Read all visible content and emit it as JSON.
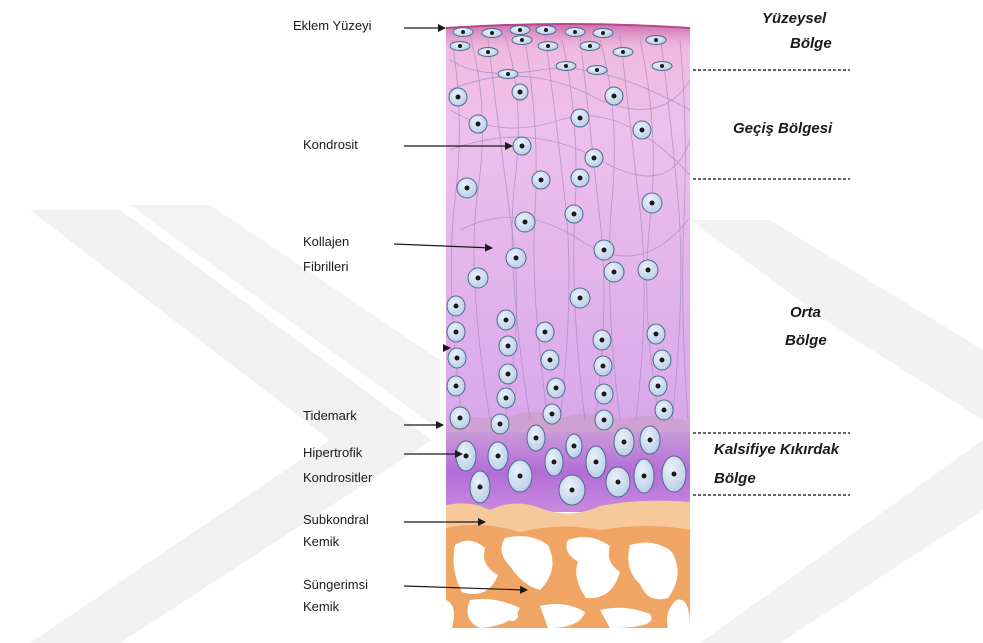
{
  "labels": {
    "articular_surface": "Eklem Yüzeyi",
    "chondrocyte": "Kondrosit",
    "collagen_line1": "Kollajen",
    "collagen_line2": "Fibrilleri",
    "tidemark": "Tidemark",
    "hypertrophic_line1": "Hipertrofik",
    "hypertrophic_line2": "Kondrositler",
    "subchondral_line1": "Subkondral",
    "subchondral_line2": "Kemik",
    "cancellous_line1": "Süngerimsi",
    "cancellous_line2": "Kemik"
  },
  "zones": {
    "superficial_line1": "Yüzeysel",
    "superficial_line2": "Bölge",
    "transitional": "Geçiş  Bölgesi",
    "middle_line1": "Orta",
    "middle_line2": "Bölge",
    "calcified_line1": "Kalsifiye Kıkırdak",
    "calcified_line2": "Bölge"
  },
  "colors": {
    "surface": "#c0569e",
    "matrix_top": "#e7aee0",
    "matrix_bottom": "#d5a0e4",
    "calcified": "#b06ad8",
    "bone": "#f0a565",
    "fibers": "#9c84b4",
    "cell_fill": "#cfe0f2",
    "watermark": "#f0f0f0"
  }
}
